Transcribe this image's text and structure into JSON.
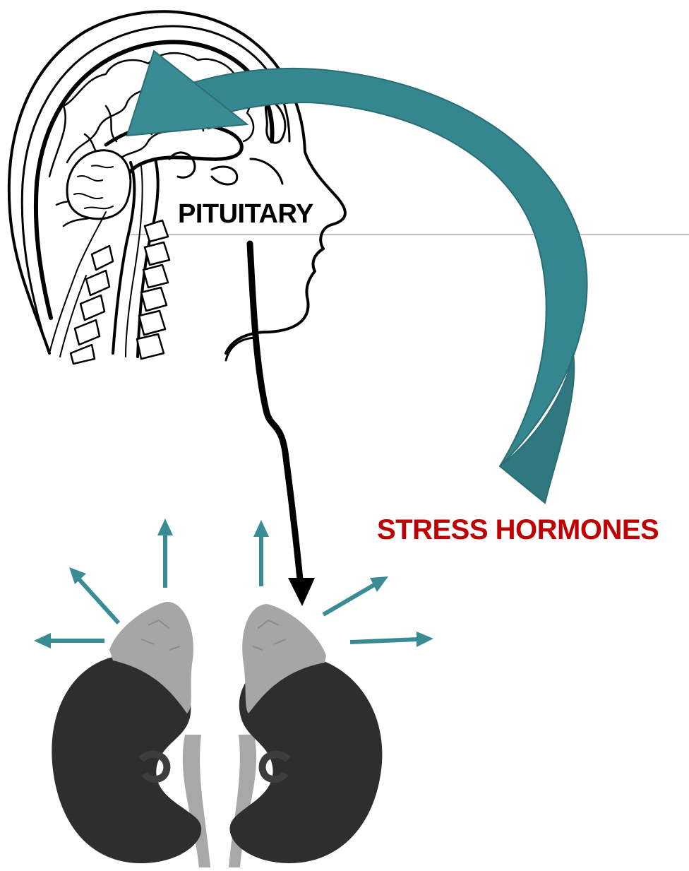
{
  "labels": {
    "pituitary": "PITUITARY",
    "stress_hormones": "STRESS HORMONES"
  },
  "colors": {
    "feedback_arrow": "#3a8c94",
    "feedback_arrow_dark": "#2c6e76",
    "signal_arrow": "#000000",
    "stress_text": "#c00000",
    "pituitary_text": "#000000",
    "kidney": "#2e2e2e",
    "adrenal_gland": "#a6a6a6",
    "hormone_arrows": "#3a8c94",
    "divider_line": "#9a9a9a"
  },
  "icons": {
    "head": "brain-head-illustration",
    "kidneys": "kidney-adrenal-illustration"
  }
}
